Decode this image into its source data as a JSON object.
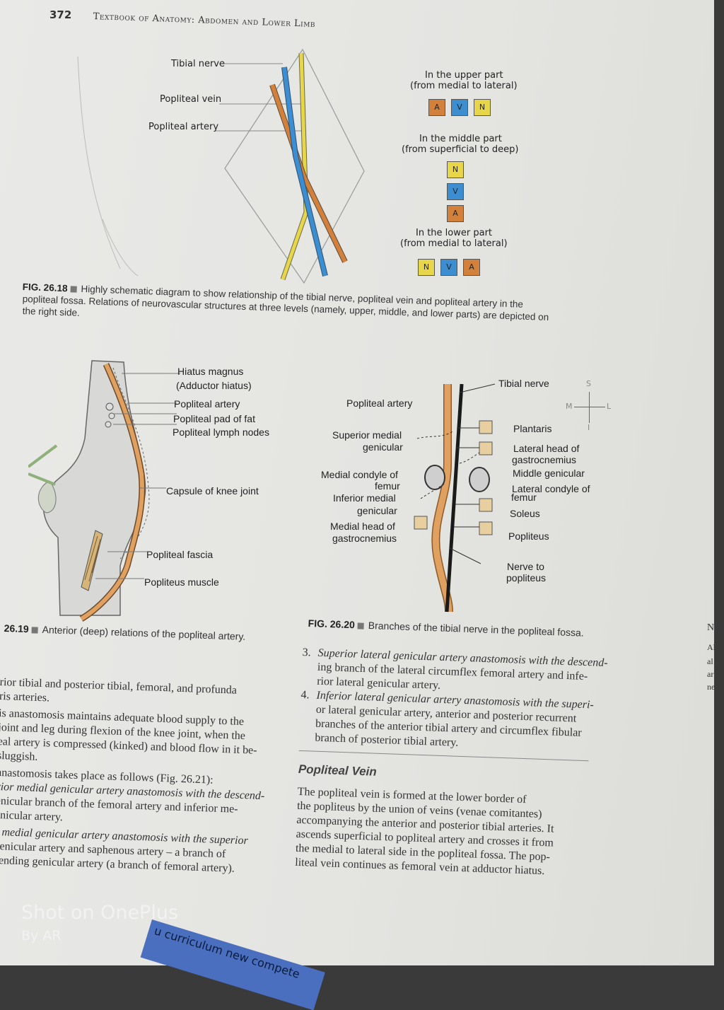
{
  "header": {
    "page_number": "372",
    "running_title": "Textbook of Anatomy: Abdomen and Lower Limb"
  },
  "fig18": {
    "labels": {
      "tibial_nerve": "Tibial nerve",
      "popliteal_vein": "Popliteal vein",
      "popliteal_artery": "Popliteal artery"
    },
    "upper": {
      "title": "In the upper part",
      "sub": "(from medial to lateral)",
      "boxes": [
        "A",
        "V",
        "N"
      ]
    },
    "middle": {
      "title": "In the middle part",
      "sub": "(from superficial to deep)",
      "boxes": [
        "N",
        "V",
        "A"
      ]
    },
    "lower": {
      "title": "In the lower part",
      "sub": "(from medial to lateral)",
      "boxes": [
        "N",
        "V",
        "A"
      ]
    },
    "caption_num": "FIG. 26.18",
    "caption_line1": "Highly schematic diagram to show relationship of the tibial nerve, popliteal vein and popliteal artery in the",
    "caption_line2": "popliteal fossa. Relations of neurovascular structures at three levels (namely, upper, middle, and lower parts) are depicted on",
    "caption_line3": "the right side.",
    "colors": {
      "artery": "#d3813a",
      "vein": "#3d8ed0",
      "nerve": "#e8d64a"
    }
  },
  "fig19": {
    "labels": {
      "hiatus": "Hiatus magnus",
      "hiatus2": "(Adductor hiatus)",
      "artery": "Popliteal artery",
      "pad": "Popliteal pad of fat",
      "nodes": "Popliteal lymph nodes",
      "capsule": "Capsule of knee joint",
      "fascia": "Popliteal fascia",
      "muscle": "Popliteus muscle"
    },
    "caption_num": "26.19",
    "caption": "Anterior (deep) relations of the popliteal artery."
  },
  "fig20": {
    "left": {
      "artery": "Popliteal artery",
      "sup_med": "Superior medial",
      "sup_med2": "genicular",
      "med_condyle": "Medial condyle of",
      "med_condyle2": "femur",
      "inf_med": "Inferior medial",
      "inf_med2": "genicular",
      "med_head": "Medial head of",
      "med_head2": "gastrocnemius"
    },
    "right": {
      "tibial": "Tibial nerve",
      "plantaris": "Plantaris",
      "lat_head": "Lateral head of",
      "lat_head2": "gastrocnemius",
      "mid_gen": "Middle genicular",
      "lat_condyle": "Lateral condyle of",
      "lat_condyle2": "femur",
      "soleus": "Soleus",
      "popliteus": "Popliteus",
      "nerve_to": "Nerve to",
      "nerve_to2": "popliteus"
    },
    "compass": {
      "s": "S",
      "m": "M",
      "l": "L",
      "i": "I"
    },
    "caption_num": "FIG. 26.20",
    "caption": "Branches of the tibial nerve in the popliteal fossa."
  },
  "left_text": {
    "lines": [
      "rior tibial and posterior tibial, femoral, and profunda",
      "ris arteries.",
      "is anastomosis maintains adequate blood supply to the",
      "joint and leg during flexion of the knee joint, when the",
      "eal artery is compressed (kinked) and blood flow in it be-",
      "sluggish.",
      "anastomosis takes place as follows (Fig. 26.21):",
      "rior medial genicular artery anastomosis with the descend-",
      "enicular branch of the femoral artery and inferior me-",
      "enicular artery.",
      "r medial genicular artery anastomosis with the superior",
      "genicular artery and saphenous artery – a branch of",
      "cending genicular artery (a branch of femoral artery)."
    ]
  },
  "right_text": {
    "item3_num": "3.",
    "item3_lines": [
      "Superior lateral genicular artery anastomosis with the descend-",
      "ing branch of the lateral circumflex femoral artery and infe-",
      "rior lateral genicular artery."
    ],
    "item4_num": "4.",
    "item4_lines": [
      "Inferior lateral genicular artery anastomosis with the superi-",
      "or lateral genicular artery, anterior and posterior recurrent",
      "branches of the anterior tibial artery and circumflex fibular",
      "branch of posterior tibial artery."
    ],
    "heading": "Popliteal Vein",
    "para_lines": [
      "The popliteal vein is formed at the lower border of",
      "the popliteus by the union of veins (venae comitantes)",
      "accompanying the anterior and posterior tibial arteries. It",
      "ascends superficial to popliteal artery and crosses it from",
      "the medial to lateral side in the popliteal fossa. The pop-",
      "liteal vein continues as femoral vein at adductor hiatus."
    ]
  },
  "edge_text": [
    "N",
    "Al",
    "al",
    "ar",
    "ne"
  ],
  "watermark": {
    "line1": "Shot on OnePlus",
    "line2": "By AR"
  },
  "bottom_label": "u curriculum   new compete"
}
